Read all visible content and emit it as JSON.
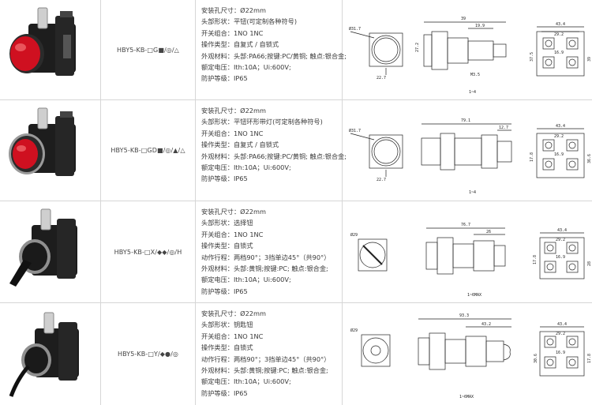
{
  "rows": [
    {
      "model": "HBY5-KB-□G■/◎/△",
      "button_color": "#cf1020",
      "specs": [
        "安装孔尺寸：Ø22mm",
        "头部形状：平钮(可定制各种符号)",
        "开关组合：1NO 1NC",
        "操作类型：自复式 / 自锁式",
        "外观材料：头部:PA66;按键:PC/黄铜; 触点:银合金;",
        "额定电压：Ith:10A；Ui:600V;",
        "防护等级：IP65"
      ],
      "dims": [
        "39",
        "19.9",
        "Ø31.7",
        "22.7",
        "27.2",
        "43.4",
        "29.2",
        "16.9",
        "37.5",
        "39",
        "M3.5",
        "1~4"
      ]
    },
    {
      "model": "HBY5-KB-□GD■/◎/▲/△",
      "button_color": "#cf1020",
      "specs": [
        "安装孔尺寸：Ø22mm",
        "头部形状：平钮环形带灯(可定制各种符号)",
        "开关组合：1NO 1NC",
        "操作类型：自复式 / 自锁式",
        "外观材料：头部:PA66;按键:PC/黄铜; 触点:银合金;",
        "额定电压：Ith:10A；Ui:600V;",
        "防护等级：IP65"
      ],
      "dims": [
        "79.1",
        "12.7",
        "Ø31.7",
        "22.7",
        "43.4",
        "29.2",
        "16.9",
        "36.6",
        "17.8",
        "1~4"
      ]
    },
    {
      "model": "HBY5-KB-□X/◆◆/◎/H",
      "button_color": "#111111",
      "specs": [
        "安装孔尺寸：Ø22mm",
        "头部形状：选择钮",
        "开关组合：1NO 1NC",
        "操作类型：自锁式",
        "动作行程：两档90°；3挡单边45°（共90°）",
        "外观材料：头部:黄铜;按键:PC; 触点:银合金;",
        "额定电压：Ith:10A；Ui:600V;",
        "防护等级：IP65"
      ],
      "dims": [
        "76.7",
        "26",
        "Ø29",
        "43.4",
        "29.2",
        "16.9",
        "28",
        "17.8",
        "1~6MAX"
      ]
    },
    {
      "model": "HBY5-KB-□Y/◆●/◎",
      "button_color": "#111111",
      "specs": [
        "安装孔尺寸：Ø22mm",
        "头部形状：钥匙钮",
        "开关组合：1NO 1NC",
        "操作类型：自锁式",
        "动作行程：两档90°；3挡单边45°（共90°）",
        "外观材料：头部:黄铜;按键:PC; 触点:银合金;",
        "额定电压：Ith:10A；Ui:600V;",
        "防护等级：IP65"
      ],
      "dims": [
        "93.3",
        "43.2",
        "Ø29",
        "43.4",
        "29.2",
        "16.9",
        "30.6",
        "17.8",
        "1~6MAX"
      ]
    }
  ]
}
